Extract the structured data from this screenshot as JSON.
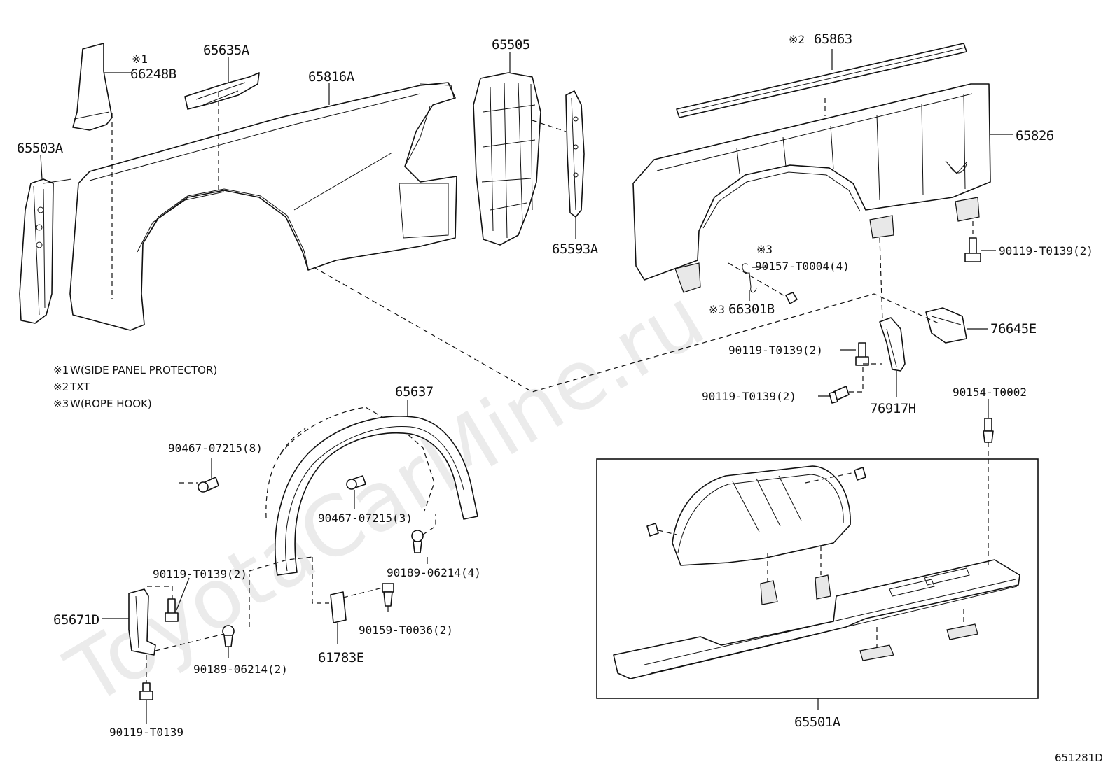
{
  "watermark": "ToyotaCarMine.ru",
  "diagram_id": "651281D",
  "notes": [
    {
      "mark": "※1",
      "text": "W(SIDE PANEL PROTECTOR)"
    },
    {
      "mark": "※2",
      "text": "TXT"
    },
    {
      "mark": "※3",
      "text": "W(ROPE HOOK)"
    }
  ],
  "parts": {
    "p66248B": {
      "mark": "※1",
      "number": "66248B"
    },
    "p65635A": {
      "number": "65635A"
    },
    "p65816A": {
      "number": "65816A"
    },
    "p65505": {
      "number": "65505"
    },
    "p65863": {
      "mark": "※2",
      "number": "65863"
    },
    "p65826": {
      "number": "65826"
    },
    "p65503A": {
      "number": "65503A"
    },
    "p65593A": {
      "number": "65593A"
    },
    "p90119a": {
      "number": "90119-T0139(2)"
    },
    "p90157": {
      "mark": "※3",
      "number": "90157-T0004(4)"
    },
    "p66301B": {
      "mark": "※3",
      "number": "66301B"
    },
    "p76645E": {
      "number": "76645E"
    },
    "p90119b": {
      "number": "90119-T0139(2)"
    },
    "p90119c": {
      "number": "90119-T0139(2)"
    },
    "p76917H": {
      "number": "76917H"
    },
    "p90154": {
      "number": "90154-T0002"
    },
    "p65637": {
      "number": "65637"
    },
    "p90467a": {
      "number": "90467-07215(8)"
    },
    "p90467b": {
      "number": "90467-07215(3)"
    },
    "p90189a": {
      "number": "90189-06214(4)"
    },
    "p90119d": {
      "number": "90119-T0139(2)"
    },
    "p65671D": {
      "number": "65671D"
    },
    "p90159": {
      "number": "90159-T0036(2)"
    },
    "p90189b": {
      "number": "90189-06214(2)"
    },
    "p61783E": {
      "number": "61783E"
    },
    "p90119e": {
      "number": "90119-T0139"
    },
    "p65501A": {
      "number": "65501A"
    }
  }
}
